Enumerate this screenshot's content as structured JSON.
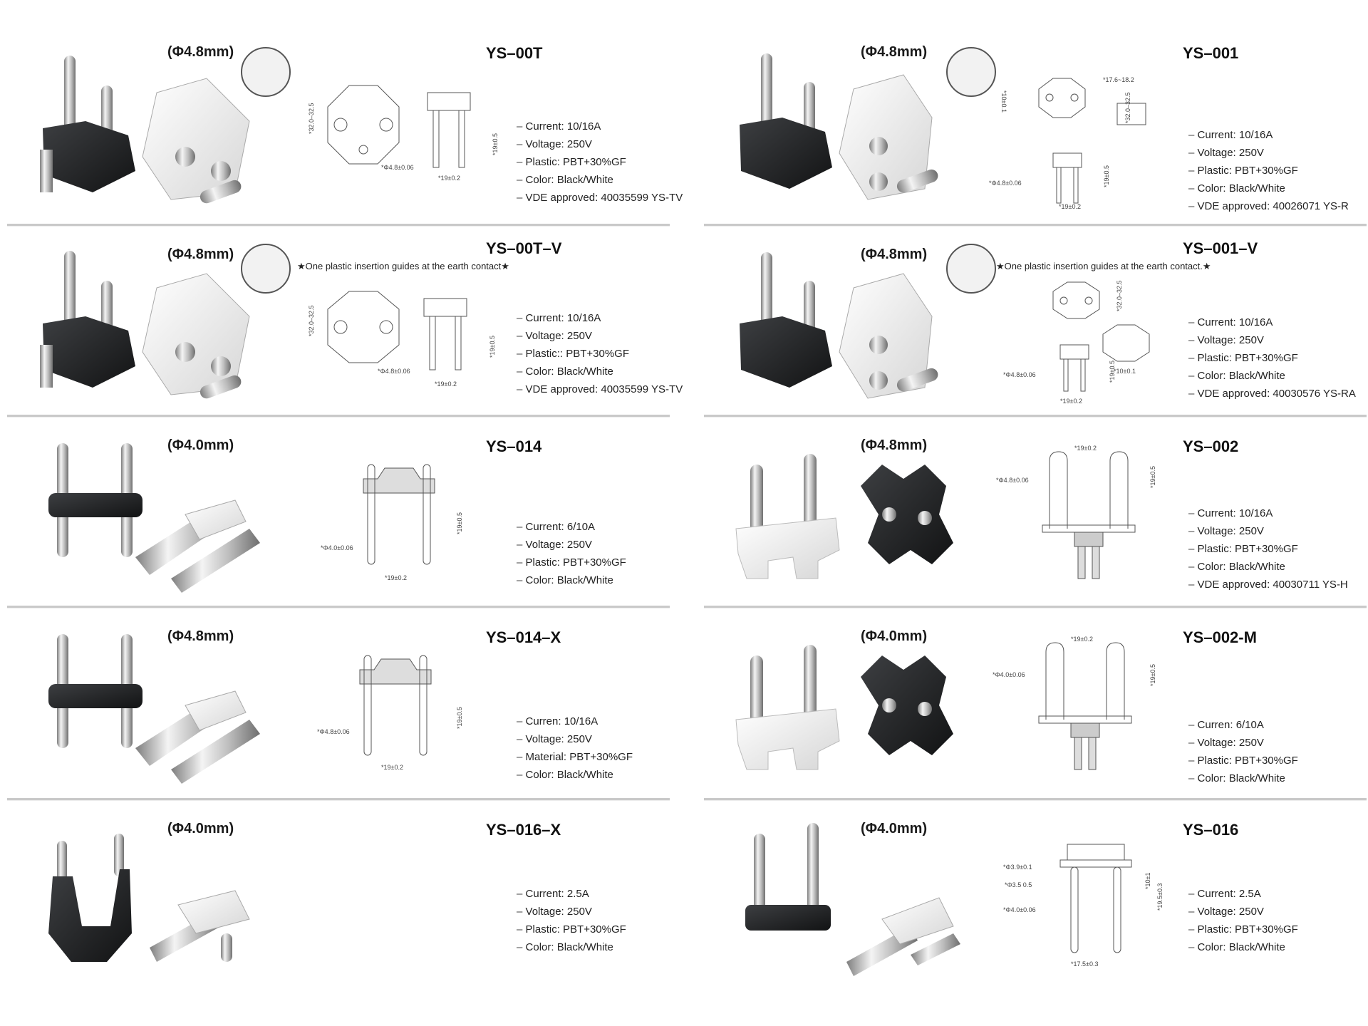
{
  "left": [
    {
      "diameter": "(Φ4.8mm)",
      "model": "YS–00T",
      "specs": [
        "Current: 10/16A",
        "Voltage: 250V",
        "Plastic: PBT+30%GF",
        "Color: Black/White",
        "VDE approved: 40035599 YS-TV"
      ],
      "dims": [
        "*32.0–32.5",
        "*Φ4.8±0.06",
        "*19±0.2",
        "*19±0.5"
      ]
    },
    {
      "diameter": "(Φ4.8mm)",
      "model": "YS–00T–V",
      "note": "★One plastic insertion guides at the earth contact★",
      "specs": [
        "Current: 10/16A",
        "Voltage: 250V",
        "Plastic:: PBT+30%GF",
        "Color: Black/White",
        "VDE approved: 40035599 YS-TV"
      ],
      "dims": [
        "*32.0–32.5",
        "*Φ4.8±0.06",
        "*19±0.2",
        "*19±0.5"
      ]
    },
    {
      "diameter": "(Φ4.0mm)",
      "model": "YS–014",
      "specs": [
        "Current: 6/10A",
        "Voltage: 250V",
        "Plastic: PBT+30%GF",
        "Color: Black/White"
      ],
      "dims": [
        "*Φ4.0±0.06",
        "*19±0.2",
        "*19±0.5"
      ]
    },
    {
      "diameter": "(Φ4.8mm)",
      "model": "YS–014–X",
      "specs": [
        "Curren: 10/16A",
        "Voltage: 250V",
        "Material: PBT+30%GF",
        "Color: Black/White"
      ],
      "dims": [
        "*Φ4.8±0.06",
        "*19±0.2",
        "*19±0.5"
      ]
    },
    {
      "diameter": "(Φ4.0mm)",
      "model": "YS–016–X",
      "specs": [
        "Current: 2.5A",
        "Voltage: 250V",
        "Plastic: PBT+30%GF",
        "Color: Black/White"
      ]
    }
  ],
  "right": [
    {
      "diameter": "(Φ4.8mm)",
      "model": "YS–001",
      "specs": [
        "Current: 10/16A",
        "Voltage: 250V",
        "Plastic: PBT+30%GF",
        "Color: Black/White",
        "VDE approved: 40026071 YS-R"
      ],
      "dims": [
        "*10±0.1",
        "*17.6~18.2",
        "*32.0–32.5",
        "*Φ4.8±0.06",
        "*19±0.2",
        "*19±0.5"
      ]
    },
    {
      "diameter": "(Φ4.8mm)",
      "model": "YS–001–V",
      "note": "★One plastic insertion guides at the earth contact.★",
      "specs": [
        "Current: 10/16A",
        "Voltage: 250V",
        "Plastic: PBT+30%GF",
        "Color: Black/White",
        "VDE approved: 40030576 YS-RA"
      ],
      "dims": [
        "*32.0–32.5",
        "*Φ4.8±0.06",
        "*19±0.2",
        "*19±0.5",
        "*10±0.1"
      ]
    },
    {
      "diameter": "(Φ4.8mm)",
      "model": "YS–002",
      "specs": [
        "Current: 10/16A",
        "Voltage: 250V",
        "Plastic: PBT+30%GF",
        "Color: Black/White",
        "VDE approved: 40030711 YS-H"
      ],
      "dims": [
        "*19±0.2",
        "*Φ4.8±0.06",
        "*19±0.5"
      ]
    },
    {
      "diameter": "(Φ4.0mm)",
      "model": "YS–002-M",
      "specs": [
        "Curren: 6/10A",
        "Voltage: 250V",
        "Plastic: PBT+30%GF",
        "Color: Black/White"
      ],
      "dims": [
        "*19±0.2",
        "*Φ4.0±0.06",
        "*19±0.5"
      ]
    },
    {
      "diameter": "(Φ4.0mm)",
      "model": "YS–016",
      "specs": [
        "Current: 2.5A",
        "Voltage: 250V",
        "Plastic: PBT+30%GF",
        "Color: Black/White"
      ],
      "dims": [
        "*Φ3.9±0.1",
        "*Φ3.5 0.5",
        "*Φ4.0±0.06",
        "*10±1",
        "*19.5±0.3",
        "*17.5±0.3"
      ]
    }
  ]
}
